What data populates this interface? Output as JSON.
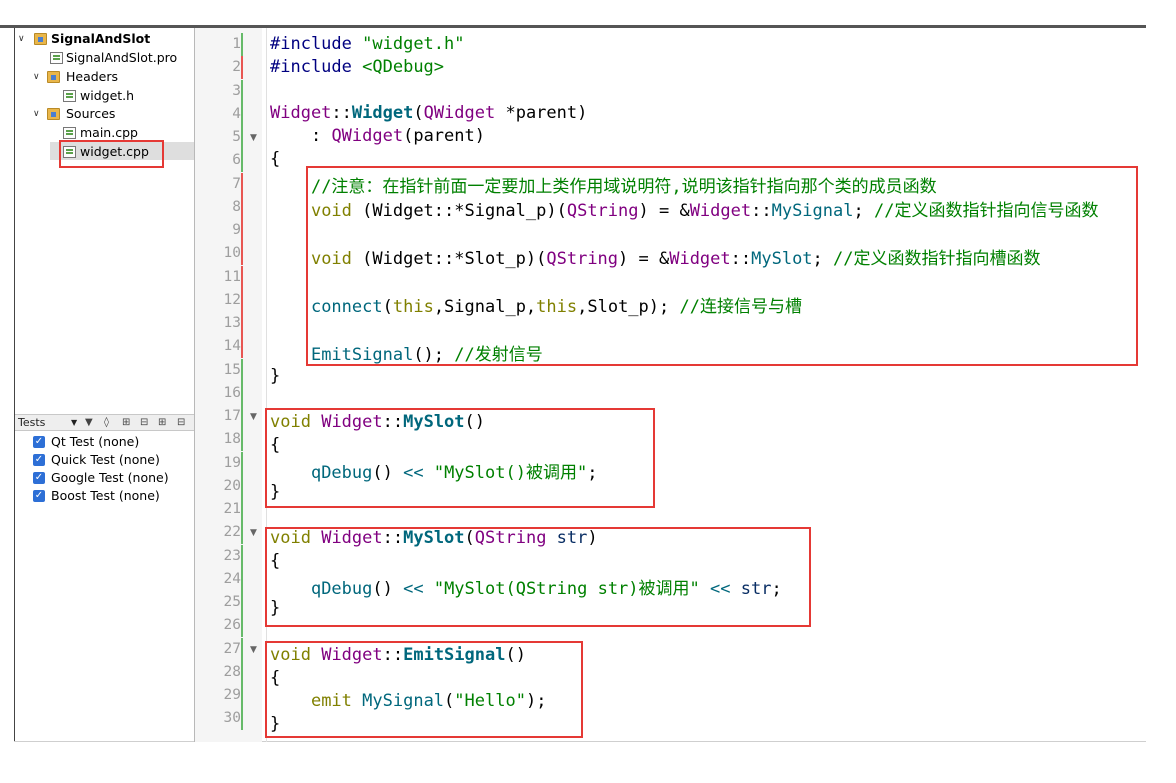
{
  "project_tree": {
    "project": "SignalAndSlot",
    "pro_file": "SignalAndSlot.pro",
    "headers_label": "Headers",
    "header_file": "widget.h",
    "sources_label": "Sources",
    "source_files": [
      "main.cpp",
      "widget.cpp"
    ],
    "selected_file": "widget.cpp"
  },
  "tests_panel": {
    "title": "Tests",
    "items": [
      "Qt Test (none)",
      "Quick Test (none)",
      "Google Test (none)",
      "Boost Test (none)"
    ]
  },
  "editor": {
    "line_numbers": [
      "1",
      "2",
      "3",
      "4",
      "5",
      "6",
      "7",
      "8",
      "9",
      "10",
      "11",
      "12",
      "13",
      "14",
      "15",
      "16",
      "17",
      "18",
      "19",
      "20",
      "21",
      "22",
      "23",
      "24",
      "25",
      "26",
      "27",
      "28",
      "29",
      "30"
    ],
    "changed_lines": [
      "2",
      "7",
      "8",
      "9",
      "10",
      "11",
      "12",
      "13",
      "14"
    ],
    "foldable_lines": [
      "5",
      "17",
      "22",
      "27"
    ],
    "code": {
      "l1": {
        "kw": "#include",
        "arg": "\"widget.h\""
      },
      "l2": {
        "kw": "#include",
        "arg": "<QDebug>"
      },
      "l4": {
        "cls": "Widget",
        "sep": "::",
        "fn": "Widget",
        "p1": "(",
        "type": "QWidget",
        "rest": " *parent)"
      },
      "l5": {
        "colon": ": ",
        "base": "QWidget",
        "rest": "(parent)"
      },
      "l6": "{",
      "l7": "//注意：在指针前面一定要加上类作用域说明符,说明该指针指向那个类的成员函数",
      "l8": {
        "void": "void",
        "a": " (Widget::*Signal_p)(",
        "qs": "QString",
        "b": ") = &",
        "cls": "Widget",
        "sep": "::",
        "fn": "MySignal",
        "c": "; ",
        "cm": "//定义函数指针指向信号函数"
      },
      "l10": {
        "void": "void",
        "a": " (Widget::*Slot_p)(",
        "qs": "QString",
        "b": ") = &",
        "cls": "Widget",
        "sep": "::",
        "fn": "MySlot",
        "c": "; ",
        "cm": "//定义函数指针指向槽函数"
      },
      "l12": {
        "fn": "connect",
        "p1": "(",
        "this1": "this",
        "a": ",Signal_p,",
        "this2": "this",
        "b": ",Slot_p); ",
        "cm": "//连接信号与槽"
      },
      "l14": {
        "fn": "EmitSignal",
        "a": "(); ",
        "cm": "//发射信号"
      },
      "l15": "}",
      "l17": {
        "void": "void",
        "cls": "Widget",
        "sep": "::",
        "fn": "MySlot",
        "rest": "()"
      },
      "l18": "{",
      "l19": {
        "fn": "qDebug",
        "a": "() ",
        "op": "<<",
        "str": "\"MySlot()被调用\"",
        "end": ";"
      },
      "l20": "}",
      "l22": {
        "void": "void",
        "cls": "Widget",
        "sep": "::",
        "fn": "MySlot",
        "p1": "(",
        "type": "QString",
        "param": " str",
        "p2": ")"
      },
      "l23": "{",
      "l24": {
        "fn": "qDebug",
        "a": "() ",
        "op": "<<",
        "str": "\"MySlot(QString str)被调用\"",
        "op2": "<<",
        "id": "str",
        "end": ";"
      },
      "l25": "}",
      "l27": {
        "void": "void",
        "cls": "Widget",
        "sep": "::",
        "fn": "EmitSignal",
        "rest": "()"
      },
      "l28": "{",
      "l29": {
        "kw": "emit",
        "fn": "MySignal",
        "a": "(",
        "str": "\"Hello\"",
        "end": ");"
      },
      "l30": "}"
    }
  },
  "colors": {
    "highlight_box": "#e53935",
    "changed_line_marker": "#e53935",
    "saved_line_marker": "#4caf50",
    "checkbox": "#2d6fd6"
  }
}
